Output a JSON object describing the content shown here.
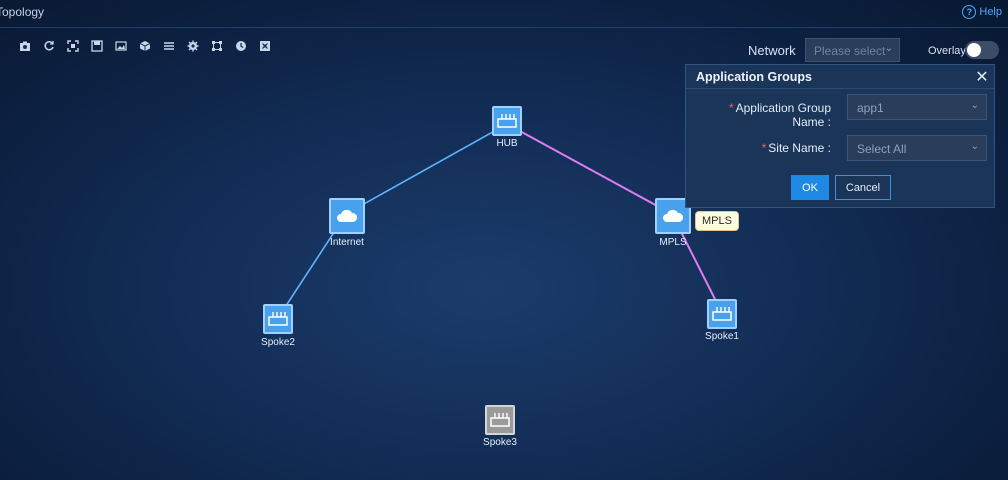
{
  "header": {
    "title": "Topology",
    "help_label": "Help"
  },
  "toolbar": {
    "icons": [
      "camera-icon",
      "refresh-icon",
      "fit-screen-icon",
      "save-icon",
      "image-icon",
      "cube-icon",
      "layers-icon",
      "settings-icon",
      "layout-icon",
      "clock-icon",
      "topology-icon"
    ]
  },
  "filters": {
    "network_label": "Network",
    "network_placeholder": "Please select",
    "overlay_label": "Overlay",
    "overlay_on": false
  },
  "nodes": {
    "hub": {
      "label": "HUB",
      "type": "device"
    },
    "internet": {
      "label": "Internet",
      "type": "cloud"
    },
    "mpls": {
      "label": "MPLS",
      "type": "cloud"
    },
    "spoke1": {
      "label": "Spoke1",
      "type": "device"
    },
    "spoke2": {
      "label": "Spoke2",
      "type": "device"
    },
    "spoke3": {
      "label": "Spoke3",
      "type": "device-offline"
    }
  },
  "links": [
    {
      "from": "HUB",
      "to": "Internet",
      "color": "#5ab4ff"
    },
    {
      "from": "Internet",
      "to": "Spoke2",
      "color": "#5ab4ff"
    },
    {
      "from": "HUB",
      "to": "MPLS",
      "color": "#e07cf0"
    },
    {
      "from": "MPLS",
      "to": "Spoke1",
      "color": "#e07cf0"
    }
  ],
  "tooltip": {
    "text": "MPLS"
  },
  "panel": {
    "title": "Application Groups",
    "app_group_label": "Application Group Name :",
    "app_group_value": "app1",
    "site_label": "Site Name :",
    "site_value": "Select All",
    "required_mark": "*",
    "ok_label": "OK",
    "cancel_label": "Cancel"
  },
  "colors": {
    "accent": "#1e88e5",
    "node": "#49a0ec",
    "link_underlay": "#5ab4ff",
    "link_overlay": "#e07cf0"
  }
}
